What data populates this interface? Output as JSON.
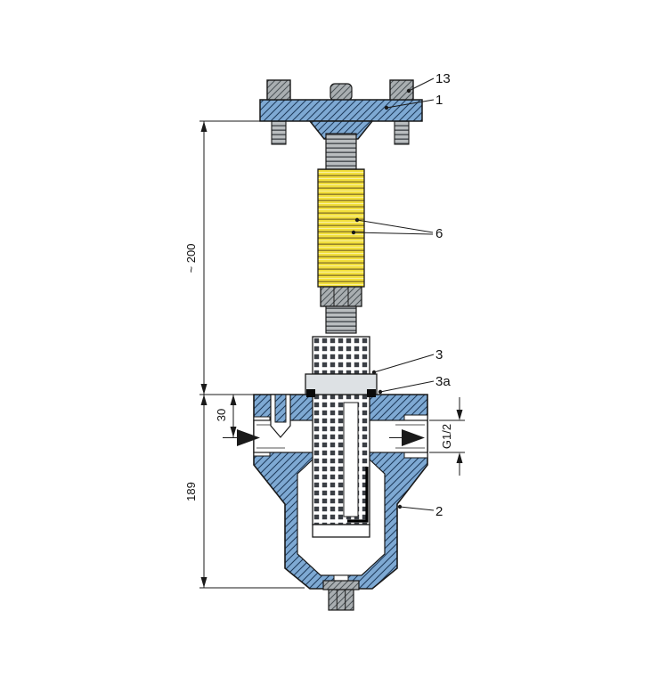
{
  "labels": {
    "p13": "13",
    "p1": "1",
    "p6": "6",
    "p3": "3",
    "p3a": "3a",
    "p2": "2"
  },
  "dimensions": {
    "overall_length": "~ 200",
    "housing_height": "189",
    "port_offset": "30",
    "port_thread": "G1/2"
  },
  "icons": {
    "flow_arrow_left": "filled right-pointing triangle (inlet flow)",
    "flow_arrow_right": "filled right-pointing triangle (outlet flow)"
  },
  "colors": {
    "part_blue": "#7EA9D3",
    "hatch_blue": "#1E3A5A",
    "metal_gray": "#A9AEB1",
    "hatch_gray": "#4C5357",
    "thread_gray": "#B9BDBF",
    "thread_line": "#53585C",
    "element_yellow": "#F2DF3B",
    "rib_line": "#97842A",
    "mesh_dark": "#3B3F45",
    "collar_gray": "#DDE1E4",
    "outline": "#1A1A1A",
    "background": "#FFFFFF"
  }
}
